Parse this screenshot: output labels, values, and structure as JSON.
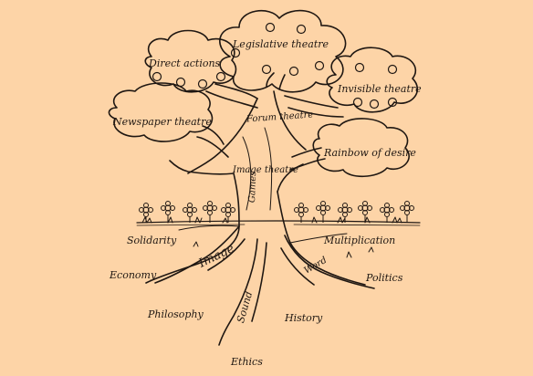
{
  "colors": {
    "background": "#fdd4a7",
    "ink": "#1f1712"
  },
  "clouds": {
    "legislative": "Legislative theatre",
    "direct_actions": "Direct actions",
    "invisible": "Invisible theatre",
    "newspaper": "Newspaper theatre",
    "rainbow": "Rainbow of desire"
  },
  "trunk": {
    "forum": "Forum theatre",
    "image_theatre": "Image theatre",
    "games": "Games"
  },
  "roots": {
    "image": "Image",
    "word": "Word",
    "sound": "Sound"
  },
  "soil": {
    "solidarity": "Solidarity",
    "multiplication": "Multiplication",
    "economy": "Economy",
    "politics": "Politics",
    "philosophy": "Philosophy",
    "history": "History",
    "ethics": "Ethics"
  },
  "decorations": {
    "fruit_icon": "apple-icon",
    "flower_icon": "flower-icon"
  }
}
